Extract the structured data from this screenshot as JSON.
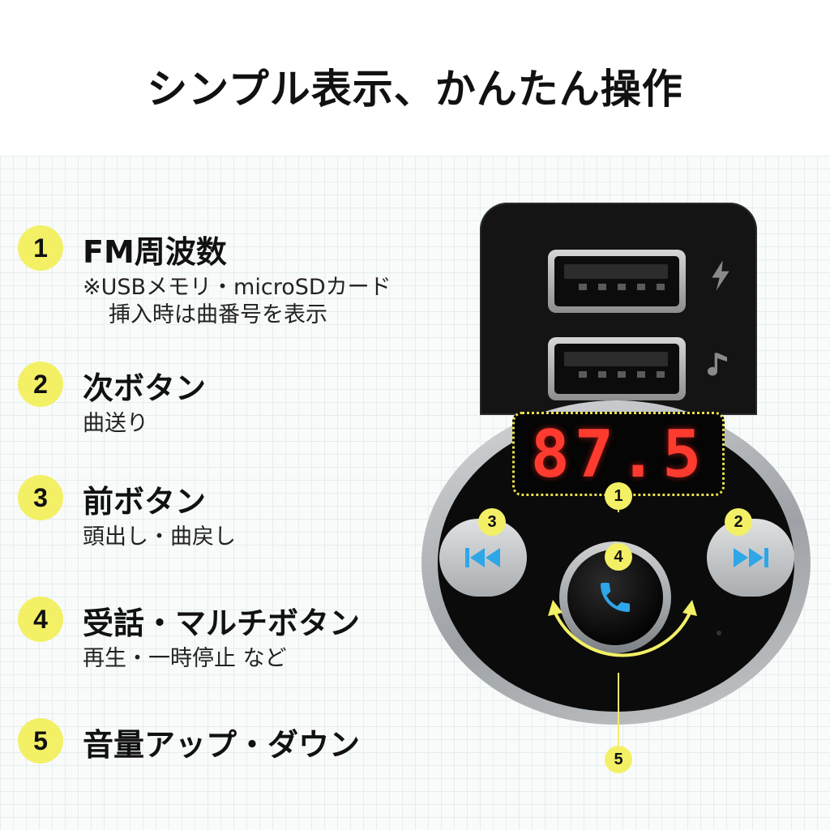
{
  "page": {
    "title": "シンプル表示、かんたん操作"
  },
  "features": [
    {
      "number": "1",
      "title": "FM周波数",
      "sub_line1": "※USBメモリ・microSDカード",
      "sub_line2": "挿入時は曲番号を表示"
    },
    {
      "number": "2",
      "title": "次ボタン",
      "sub_line1": "曲送り"
    },
    {
      "number": "3",
      "title": "前ボタン",
      "sub_line1": "頭出し・曲戻し"
    },
    {
      "number": "4",
      "title": "受話・マルチボタン",
      "sub_line1": "再生・一時停止 など"
    },
    {
      "number": "5",
      "title": "音量アップ・ダウン"
    }
  ],
  "device": {
    "display_value": "87.5",
    "callouts": [
      "1",
      "2",
      "3",
      "4",
      "5"
    ],
    "icons": {
      "usb1": "lightning-bolt-icon",
      "usb2": "music-note-icon",
      "prev": "previous-track-icon",
      "next": "next-track-icon",
      "knob": "phone-handset-icon"
    }
  },
  "colors": {
    "badge": "#f3f066",
    "display": "#ff3b30",
    "accent_blue": "#2ea6e8",
    "arrow": "#f3f066"
  }
}
